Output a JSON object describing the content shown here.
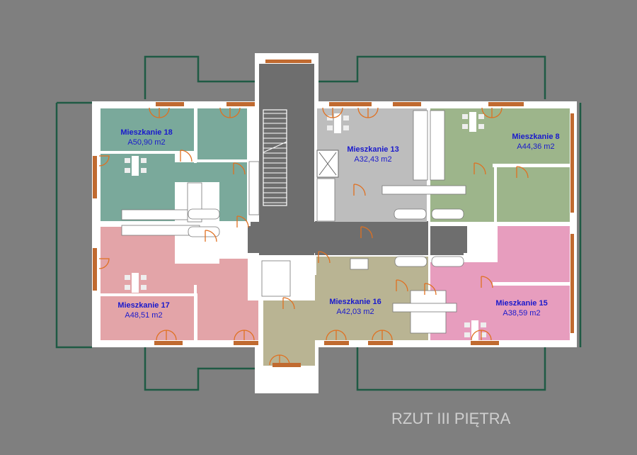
{
  "drawing_title": "RZUT III PIĘTRA",
  "apartments": [
    {
      "name": "Mieszkanie 18",
      "area": "A50,90 m2",
      "color": "#7aa99b"
    },
    {
      "name": "Mieszkanie 13",
      "area": "A32,43 m2",
      "color": "#bdbdbd"
    },
    {
      "name": "Mieszkanie 8",
      "area": "A44,36 m2",
      "color": "#9db58b"
    },
    {
      "name": "Mieszkanie 17",
      "area": "A48,51 m2",
      "color": "#e3a4a8"
    },
    {
      "name": "Mieszkanie 16",
      "area": "A42,03 m2",
      "color": "#b9b493"
    },
    {
      "name": "Mieszkanie 15",
      "area": "A38,59 m2",
      "color": "#e79dbe"
    }
  ],
  "colors": {
    "background": "#7f7f7f",
    "corridor": "#6e6e6e",
    "walls": "#ffffff",
    "doors": "#e07020",
    "balcony": "#1f5a44"
  }
}
